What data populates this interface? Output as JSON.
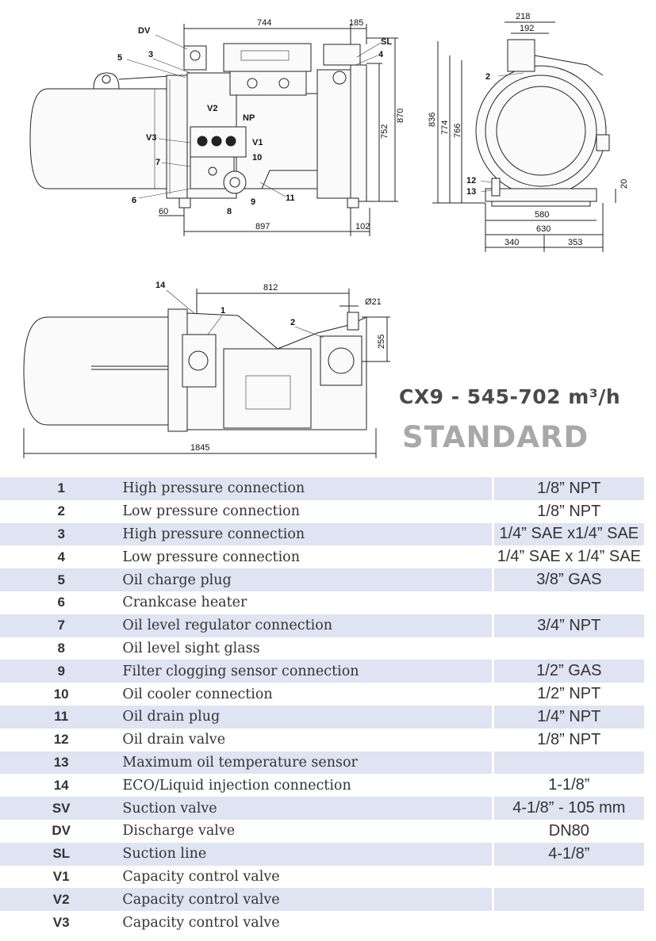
{
  "drawing": {
    "side_view": {
      "dims": [
        "744",
        "185",
        "752",
        "870",
        "60",
        "897",
        "102"
      ],
      "callouts": [
        "DV",
        "5",
        "3",
        "SL",
        "4",
        "V2",
        "NP",
        "V3",
        "V1",
        "10",
        "7",
        "6",
        "8",
        "9",
        "11"
      ]
    },
    "end_view": {
      "dims": [
        "218",
        "192",
        "836",
        "774",
        "766",
        "580",
        "630",
        "340",
        "353",
        "20"
      ],
      "callouts": [
        "2",
        "12",
        "13"
      ]
    },
    "top_view": {
      "dims": [
        "812",
        "Ø21",
        "255",
        "1845"
      ],
      "callouts": [
        "14",
        "1",
        "2"
      ]
    }
  },
  "model": {
    "title": "CX9  - 545-702 m³/h",
    "variant": "STANDARD"
  },
  "table": {
    "rows": [
      {
        "num": "1",
        "desc": "High pressure  connection",
        "val": "1/8” NPT"
      },
      {
        "num": "2",
        "desc": "Low pressure connection",
        "val": "1/8” NPT"
      },
      {
        "num": "3",
        "desc": "High pressure connection",
        "val": "1/4” SAE x1/4” SAE"
      },
      {
        "num": "4",
        "desc": "Low pressure connection",
        "val": "1/4” SAE x 1/4” SAE"
      },
      {
        "num": "5",
        "desc": "Oil charge plug",
        "val": "3/8” GAS"
      },
      {
        "num": "6",
        "desc": "Crankcase heater",
        "val": ""
      },
      {
        "num": "7",
        "desc": "Oil level regulator connection",
        "val": "3/4” NPT"
      },
      {
        "num": "8",
        "desc": "Oil level sight glass",
        "val": ""
      },
      {
        "num": "9",
        "desc": "Filter clogging sensor connection",
        "val": "1/2” GAS"
      },
      {
        "num": "10",
        "desc": "Oil cooler connection",
        "val": "1/2” NPT"
      },
      {
        "num": "11",
        "desc": "Oil drain plug",
        "val": "1/4” NPT"
      },
      {
        "num": "12",
        "desc": "Oil drain valve",
        "val": "1/8” NPT"
      },
      {
        "num": "13",
        "desc": "Maximum oil temperature sensor",
        "val": ""
      },
      {
        "num": "14",
        "desc": "ECO/Liquid injection connection",
        "val": "1-1/8”"
      },
      {
        "num": "SV",
        "desc": "Suction valve",
        "val": "4-1/8” - 105 mm"
      },
      {
        "num": "DV",
        "desc": "Discharge valve",
        "val": "DN80"
      },
      {
        "num": "SL",
        "desc": "Suction line",
        "val": "4-1/8”"
      },
      {
        "num": "V1",
        "desc": "Capacity control valve",
        "val": ""
      },
      {
        "num": "V2",
        "desc": "Capacity control valve",
        "val": ""
      },
      {
        "num": "V3",
        "desc": "Capacity control valve",
        "val": ""
      }
    ]
  }
}
